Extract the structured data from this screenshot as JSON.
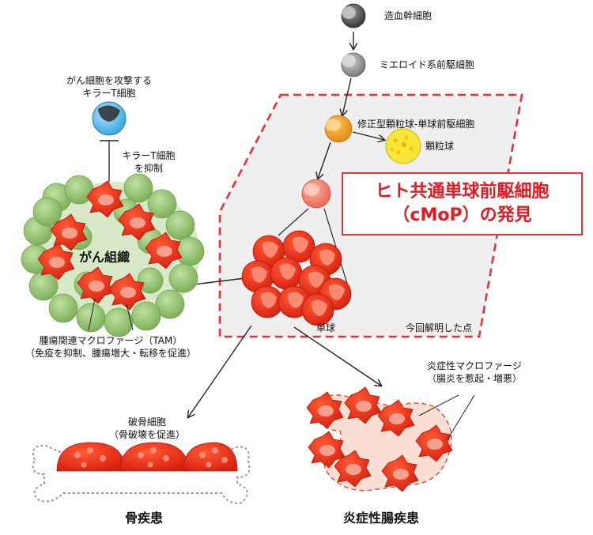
{
  "title": {
    "line1": "ヒト共通単球前駆細胞",
    "line2": "（cMoP）の発見"
  },
  "cells": {
    "hsc": "造血幹細胞",
    "myeloid": "ミエロイド系前駆細胞",
    "modified": "修正型顆粒球-単球前駆細胞",
    "granulocyte": "顆粒球",
    "monocyte": "単球",
    "killer_t_line1": "がん細胞を攻撃する",
    "killer_t_line2": "キラーT細胞"
  },
  "annotations": {
    "suppress_line1": "キラーT細胞",
    "suppress_line2": "を抑制",
    "tumor": "がん組織",
    "discovered": "今回解明した点",
    "tam_line1": "腫瘍関連マクロファージ（TAM）",
    "tam_line2": "（免疫を抑制、腫瘍増大・転移を促進）",
    "osteoclast_line1": "破骨細胞",
    "osteoclast_line2": "（骨破壊を促進）",
    "bone_disease": "骨疾患",
    "inflam_mac_line1": "炎症性マクロファージ",
    "inflam_mac_line2": "（腸炎を惹起・増悪）",
    "ibd": "炎症性腸疾患"
  },
  "colors": {
    "accent_red": "#e21a22",
    "cell_red": "#e8321e",
    "progenitor_orange": "#f39a1e",
    "granulocyte_yellow": "#f5e637",
    "killer_t_blue": "#55b6e6",
    "tumor_green": "#8fbe6a",
    "region_gray": "#efeff0"
  }
}
